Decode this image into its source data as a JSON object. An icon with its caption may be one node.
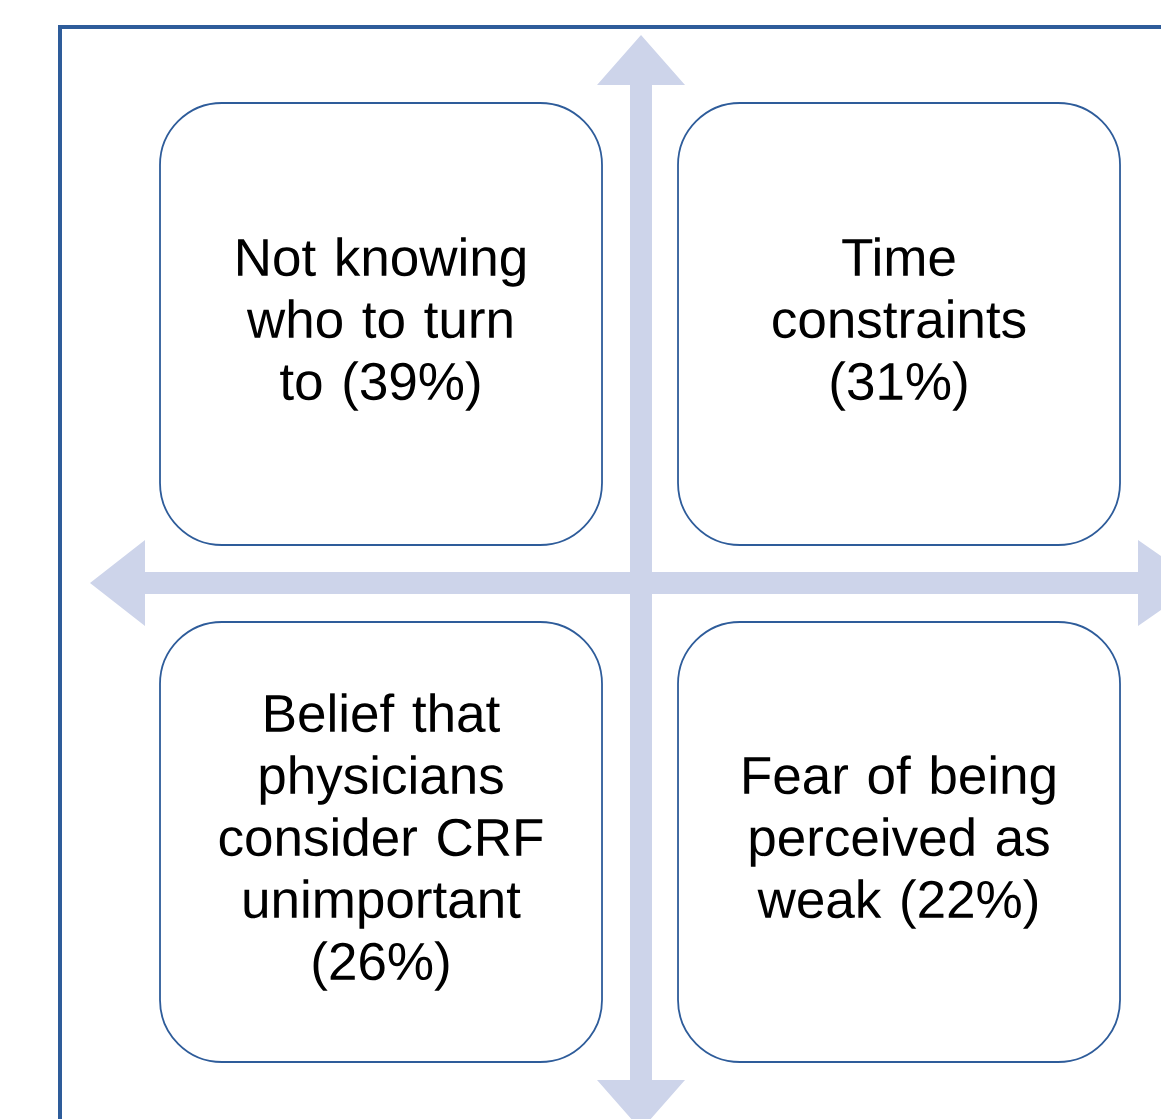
{
  "diagram": {
    "nodes": [
      {
        "text": [
          "Not knowing who to turn to (39%)"
        ]
      },
      {
        "text": [
          "Time constraints (31%)"
        ]
      },
      {
        "text": [
          "Belief that physicians consider CRF unimportant (26%)"
        ]
      },
      {
        "text": [
          "Fear of being perceived as weak (22%)"
        ]
      }
    ]
  }
}
